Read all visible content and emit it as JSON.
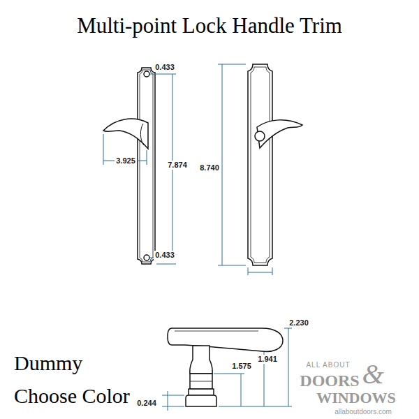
{
  "diagram": {
    "title": "Multi-point Lock Handle Trim",
    "labels": [
      "0.433",
      "3.925",
      "7.874",
      "0.433",
      "8.740",
      "2.230",
      "1.941",
      "1.575",
      "0.244",
      "Dummy",
      "Choose Color",
      "ALL ABOUT",
      "DOORS",
      "&",
      "WINDOWS",
      "allaboutdoors.com"
    ]
  }
}
